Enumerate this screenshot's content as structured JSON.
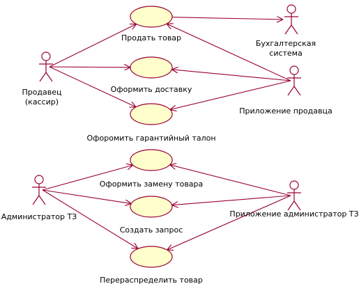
{
  "diagram": {
    "colors": {
      "outline": "#990033",
      "use_case_fill": "#ffffcc",
      "text": "#000000",
      "background": "#ffffff"
    },
    "actors": [
      {
        "id": "seller",
        "lines": [
          "Продавец",
          "(кассир)"
        ]
      },
      {
        "id": "accounting",
        "lines": [
          "Бухгалтерская",
          "система"
        ]
      },
      {
        "id": "seller_app",
        "lines": [
          "Приложение продавца"
        ]
      },
      {
        "id": "admin",
        "lines": [
          "Администратор ТЗ"
        ]
      },
      {
        "id": "admin_app",
        "lines": [
          "Приложение администратор ТЗ"
        ]
      }
    ],
    "use_cases": [
      {
        "id": "sell",
        "label": "Продать товар"
      },
      {
        "id": "delivery",
        "label": "Оформить доставку"
      },
      {
        "id": "warranty",
        "label": "Офоромить гарантийный талон"
      },
      {
        "id": "replace",
        "label": "Оформить замену товара"
      },
      {
        "id": "request",
        "label": "Создать запрос"
      },
      {
        "id": "redistribute",
        "label": "Перераспределить товар"
      }
    ],
    "associations": [
      {
        "from": "seller",
        "to": "sell"
      },
      {
        "from": "seller",
        "to": "delivery"
      },
      {
        "from": "seller",
        "to": "warranty"
      },
      {
        "from": "sell",
        "to": "accounting"
      },
      {
        "from": "seller_app",
        "to": "sell"
      },
      {
        "from": "seller_app",
        "to": "delivery"
      },
      {
        "from": "seller_app",
        "to": "warranty"
      },
      {
        "from": "admin",
        "to": "replace"
      },
      {
        "from": "admin",
        "to": "request"
      },
      {
        "from": "admin",
        "to": "redistribute"
      },
      {
        "from": "admin_app",
        "to": "replace"
      },
      {
        "from": "admin_app",
        "to": "request"
      },
      {
        "from": "admin_app",
        "to": "redistribute"
      }
    ]
  }
}
